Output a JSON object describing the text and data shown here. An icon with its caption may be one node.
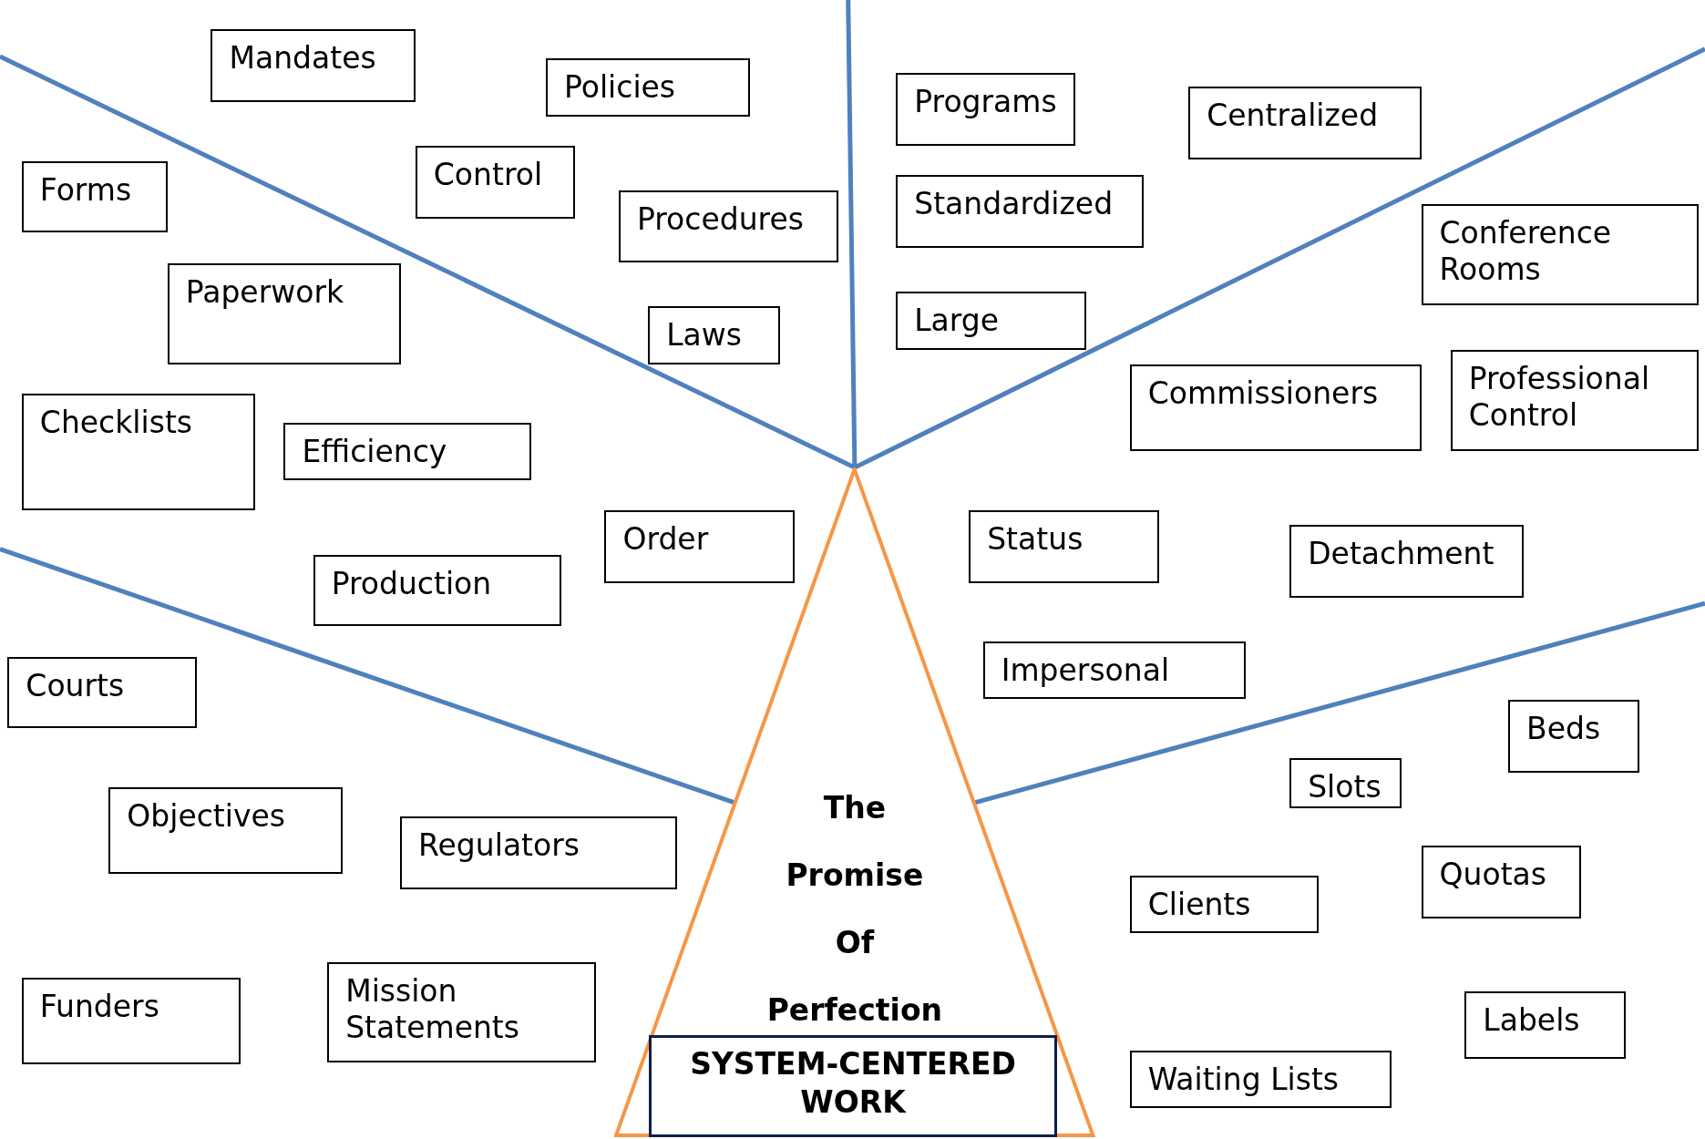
{
  "diagram": {
    "nodes": [
      {
        "text": [
          "Mandates"
        ]
      },
      {
        "text": [
          "Policies"
        ]
      },
      {
        "text": [
          "Forms"
        ]
      },
      {
        "text": [
          "Control"
        ]
      },
      {
        "text": [
          "Procedures"
        ]
      },
      {
        "text": [
          "Paperwork"
        ]
      },
      {
        "text": [
          "Laws"
        ]
      },
      {
        "text": [
          "Checklists"
        ]
      },
      {
        "text": [
          "Efficiency"
        ]
      },
      {
        "text": [
          "Order"
        ]
      },
      {
        "text": [
          "Production"
        ]
      },
      {
        "text": [
          "Courts"
        ]
      },
      {
        "text": [
          "Objectives"
        ]
      },
      {
        "text": [
          "Regulators"
        ]
      },
      {
        "text": [
          "Funders"
        ]
      },
      {
        "text": [
          "Mission Statements"
        ]
      },
      {
        "text": [
          "Programs"
        ]
      },
      {
        "text": [
          "Centralized"
        ]
      },
      {
        "text": [
          "Standardized"
        ]
      },
      {
        "text": [
          "Conference Rooms"
        ]
      },
      {
        "text": [
          "Large"
        ]
      },
      {
        "text": [
          "Commissioners"
        ]
      },
      {
        "text": [
          "Professional Control"
        ]
      },
      {
        "text": [
          "Status"
        ]
      },
      {
        "text": [
          "Detachment"
        ]
      },
      {
        "text": [
          "Impersonal"
        ]
      },
      {
        "text": [
          "Beds"
        ]
      },
      {
        "text": [
          "Slots"
        ]
      },
      {
        "text": [
          "Quotas"
        ]
      },
      {
        "text": [
          "Clients"
        ]
      },
      {
        "text": [
          "Labels"
        ]
      },
      {
        "text": [
          "Waiting Lists"
        ]
      },
      {
        "text": [
          "The Promise Of Perfection"
        ]
      },
      {
        "text": [
          "SYSTEM-CENTERED WORK"
        ],
        "in": 32
      }
    ]
  }
}
